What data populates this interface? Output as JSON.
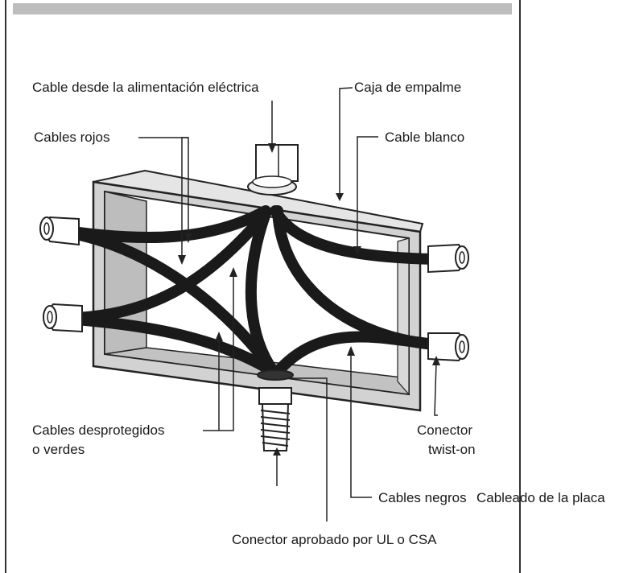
{
  "labels": {
    "power_cable": "Cable desde la alimentación eléctrica",
    "junction_box": "Caja de empalme",
    "red_wires": "Cables rojos",
    "white_wire": "Cable blanco",
    "bare_wires_line1": "Cables desprotegidos",
    "bare_wires_line2": "o verdes",
    "connector_line1": "Conector",
    "connector_line2": "twist-on",
    "black_wires": "Cables negros",
    "plate_wiring": "Cableado de la placa",
    "ul_connector": "Conector aprobado por UL o CSA"
  },
  "colors": {
    "wire": "#1a1a1a",
    "box_outline": "#222222",
    "box_side": "#c9c9c9",
    "box_inner_floor": "#bfbfbf",
    "top_bar": "#bdbdbd"
  }
}
